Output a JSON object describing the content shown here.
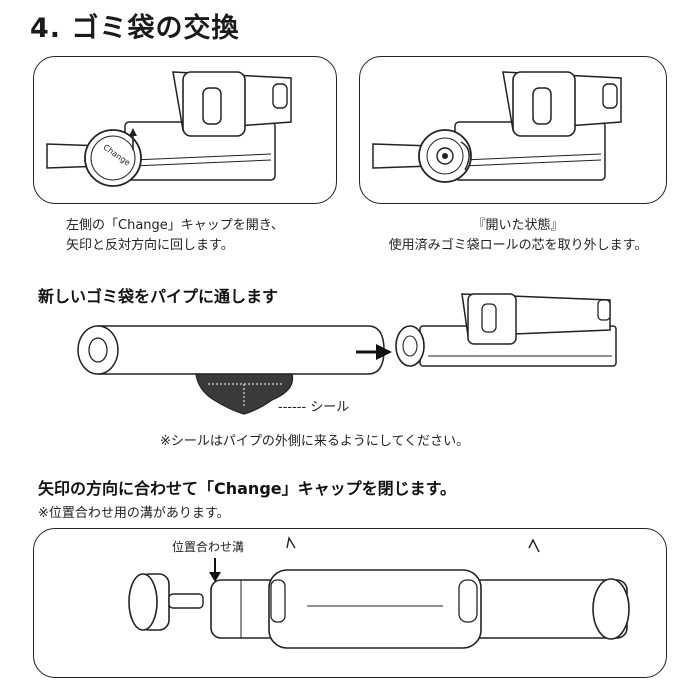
{
  "title": "4. ゴミ袋の交換",
  "step1": {
    "caption_line1": "左側の「Change」キャップを開き、",
    "caption_line2": "矢印と反対方向に回します。",
    "cap_text": "Change"
  },
  "step2": {
    "caption_line1": "『開いた状態』",
    "caption_line2": "使用済みゴミ袋ロールの芯を取り外します。"
  },
  "section2": {
    "heading": "新しいゴミ袋をパイプに通します",
    "seal_label": "------ シール",
    "note": "※シールはパイプの外側に来るようにしてください。"
  },
  "section3": {
    "heading": "矢印の方向に合わせて「Change」キャップを閉じます。",
    "subnote": "※位置合わせ用の溝があります。",
    "groove_label": "位置合わせ溝"
  }
}
